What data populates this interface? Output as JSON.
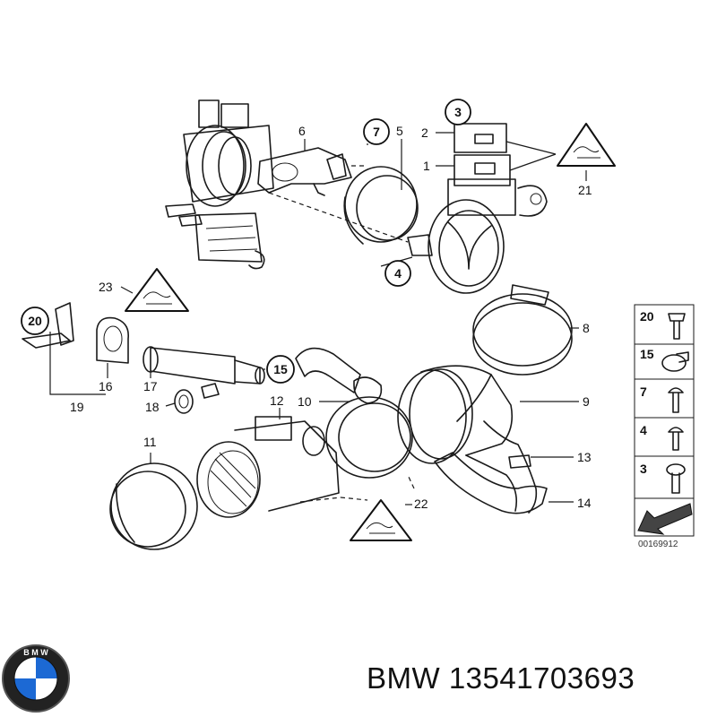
{
  "callouts": [
    "1",
    "2",
    "3",
    "4",
    "5",
    "6",
    "7",
    "8",
    "9",
    "10",
    "11",
    "12",
    "13",
    "14",
    "15",
    "16",
    "17",
    "18",
    "19",
    "20",
    "21",
    "22",
    "23"
  ],
  "circled_callouts": [
    "3",
    "7",
    "4",
    "15",
    "20"
  ],
  "hardware_panel": {
    "items": [
      "20",
      "15",
      "7",
      "4",
      "3"
    ],
    "diagram_code": "00169912"
  },
  "logo": {
    "letters": "BMW",
    "colors": {
      "blue": "#1c69d4",
      "ring": "#111111",
      "white": "#ffffff"
    }
  },
  "brand_text": "BMW 13541703693"
}
